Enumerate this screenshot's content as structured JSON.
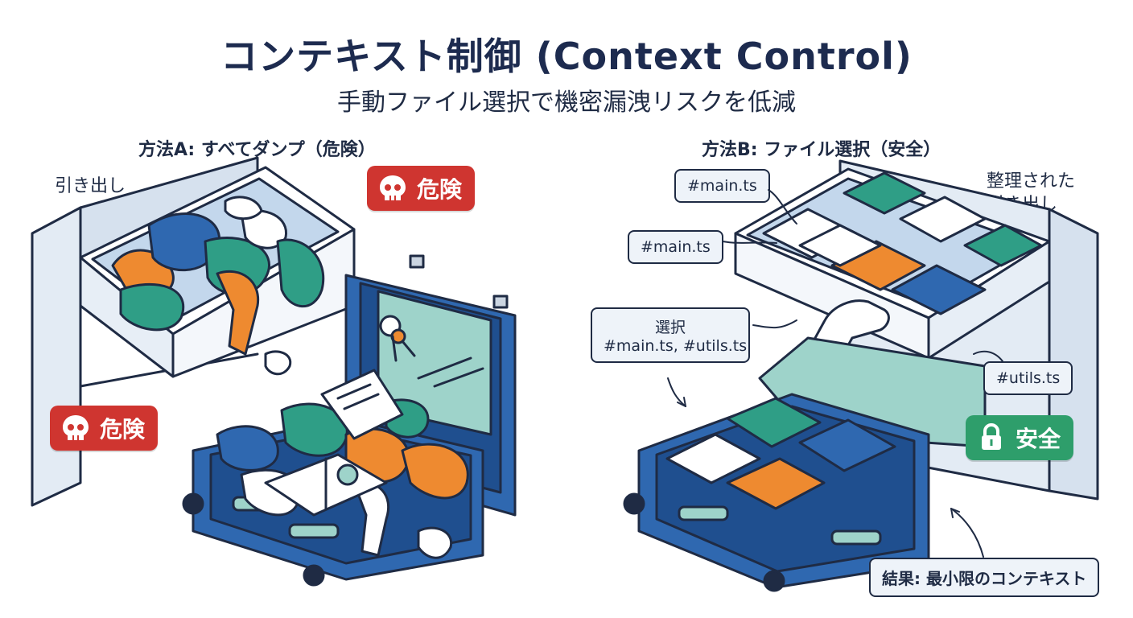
{
  "header": {
    "title": "コンテキスト制御 (Context Control)",
    "subtitle": "手動ファイル選択で機密漏洩リスクを低減"
  },
  "method_a": {
    "heading": "方法A: すべてダンプ（危険）",
    "drawer_label": "引き出し",
    "badge_top": "危険",
    "badge_left": "危険",
    "badge_icon": "skull-icon"
  },
  "method_b": {
    "heading": "方法B: ファイル選択（安全）",
    "drawer_label_1": "整理された",
    "drawer_label_2": "引き出し",
    "tag_main_1": "#main.ts",
    "tag_main_2": "#main.ts",
    "select_title": "選択",
    "select_files": "#main.ts, #utils.ts",
    "tag_utils": "#utils.ts",
    "badge_safe": "安全",
    "badge_icon": "lock-icon",
    "result": "結果: 最小限のコンテキスト"
  },
  "colors": {
    "danger": "#cf3530",
    "safe": "#2e9e6b",
    "suitcase": "#2f68b0",
    "teal": "#2f9e86",
    "orange": "#ee8a30",
    "outline": "#1f2b44"
  }
}
